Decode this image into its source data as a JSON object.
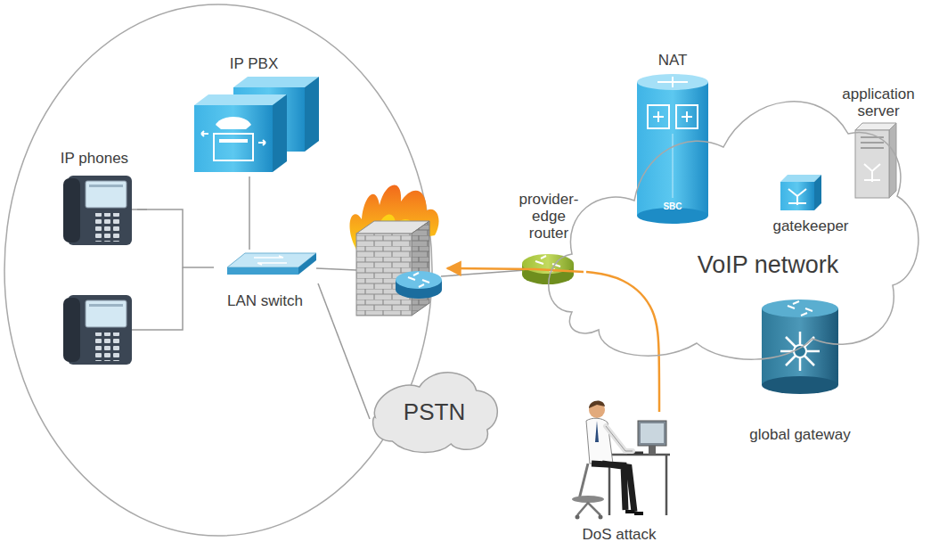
{
  "diagram": {
    "nodes": [
      {
        "text": [
          "IP PBX"
        ]
      },
      {
        "text": [
          "IP phones"
        ]
      },
      {
        "text": [
          "LAN switch"
        ]
      },
      {
        "text": [
          "PSTN"
        ]
      },
      {
        "text": [
          "VoIP network"
        ]
      },
      {
        "text": [
          "provider-edge router"
        ]
      },
      {
        "text": [
          "NAT",
          "SBC"
        ],
        "in": 4
      },
      {
        "text": [
          "application server"
        ],
        "in": 4
      },
      {
        "text": [
          "gatekeeper"
        ],
        "in": 4
      },
      {
        "text": [
          "global gateway"
        ],
        "in": 4
      },
      {
        "text": [
          "DoS attack"
        ]
      }
    ],
    "edges": [
      {
        "from": 1,
        "to": 2,
        "arrow": "none"
      },
      {
        "from": 0,
        "to": 2,
        "arrow": "none"
      },
      {
        "from": 2,
        "to": 3,
        "arrow": "none"
      },
      {
        "from": 10,
        "to": 5,
        "arrow": "none"
      }
    ]
  }
}
